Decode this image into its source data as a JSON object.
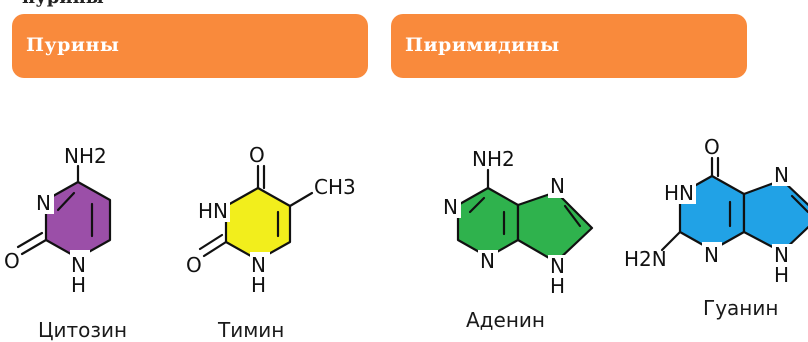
{
  "top_strip_text": "пурины",
  "headers": {
    "left": "Пурины",
    "right": "Пиримидины"
  },
  "colors": {
    "header": "#f98a3c",
    "header_text": "#ffffff",
    "cytosine": "#9b4fa8",
    "thymine": "#f2ee1c",
    "adenine": "#2fb24d",
    "guanine": "#21a2e6"
  },
  "molecules": {
    "cytosine": {
      "name": "Цитозин",
      "atom_nh2": "NH2",
      "atom_n": "N",
      "atom_o": "O",
      "atom_nh_n": "N",
      "atom_nh_h": "H"
    },
    "thymine": {
      "name": "Тимин",
      "atom_o_top": "O",
      "atom_ch3": "CH3",
      "atom_hn": "HN",
      "atom_o_left": "O",
      "atom_nh_n": "N",
      "atom_nh_h": "H"
    },
    "adenine": {
      "name": "Аденин",
      "atom_nh2": "NH2",
      "atom_n_left": "N",
      "atom_n_bottom": "N",
      "atom_n_top_right": "N",
      "atom_nh_n": "N",
      "atom_nh_h": "H"
    },
    "guanine": {
      "name": "Гуанин",
      "atom_o": "O",
      "atom_hn": "HN",
      "atom_h2n": "H2N",
      "atom_n_bottom": "N",
      "atom_n_top_right": "N",
      "atom_nh_n": "N",
      "atom_nh_h": "H"
    }
  }
}
